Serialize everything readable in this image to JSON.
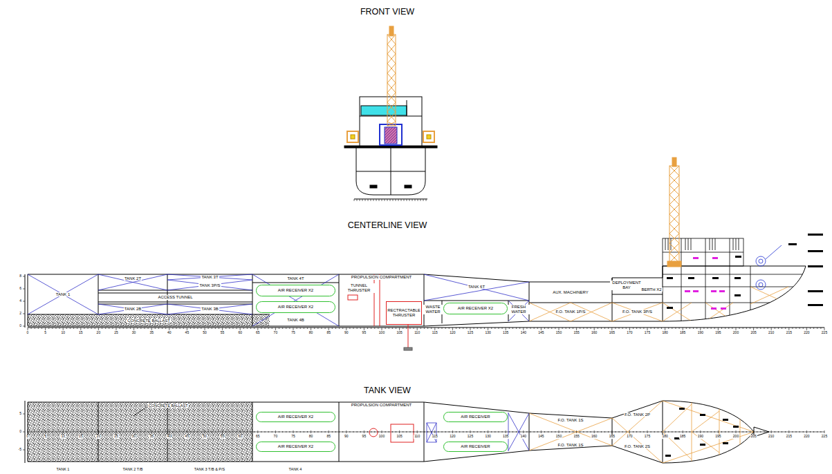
{
  "diagram": {
    "nodes": [
      {
        "text": [
          "TANK 1"
        ]
      },
      {
        "text": [
          "TANK 2T"
        ]
      },
      {
        "text": [
          "TANK 3T"
        ]
      },
      {
        "text": [
          "TANK 3P/S"
        ]
      },
      {
        "text": [
          "ACCESS TUNNEL"
        ]
      },
      {
        "text": [
          "TANK 2B"
        ]
      },
      {
        "text": [
          "TANK 3B"
        ]
      },
      {
        "text": [
          "CONCRETE BALLAST"
        ]
      },
      {
        "text": [
          "TANK 4T"
        ]
      },
      {
        "text": [
          "AIR RECEIVER X2"
        ]
      },
      {
        "text": [
          "AIR RECEIVER X2"
        ]
      },
      {
        "text": [
          "TANK 4B"
        ]
      },
      {
        "text": [
          "PROPULSION COMPARTMENT"
        ]
      },
      {
        "text": [
          "TUNNEL THRUSTER"
        ],
        "in": 12
      },
      {
        "text": [
          "RECTRACTABLE THRUSTER"
        ],
        "in": 12
      },
      {
        "text": [
          "TANK 6T"
        ]
      },
      {
        "text": [
          "WASTE WATER"
        ]
      },
      {
        "text": [
          "AIR RECEIVER X2"
        ]
      },
      {
        "text": [
          "FRESH WATER"
        ]
      },
      {
        "text": [
          "AUX. MACHINERY"
        ]
      },
      {
        "text": [
          "F.O. TANK 1P/S"
        ]
      },
      {
        "text": [
          "DEPLOYMENT BAY"
        ]
      },
      {
        "text": [
          "BERTH X2"
        ]
      },
      {
        "text": [
          "F.O. TANK 3P/S"
        ]
      },
      {
        "text": [
          "AIR RECEIVER X2"
        ]
      },
      {
        "text": [
          "AIR RECEIVER X2"
        ]
      },
      {
        "text": [
          "PROPULSION COMPARTMENT"
        ]
      },
      {
        "text": [
          "AIR RECEIVER"
        ]
      },
      {
        "text": [
          "AIR RECEIVER"
        ]
      },
      {
        "text": [
          "F.O. TANK 1S"
        ]
      },
      {
        "text": [
          "F.O. TANK 1S"
        ]
      },
      {
        "text": [
          "F.O. TANK 2P"
        ]
      },
      {
        "text": [
          "F.O. TANK 2S"
        ]
      }
    ],
    "labels": [
      "FRONT VIEW",
      "CENTERLINE VIEW",
      "TANK VIEW",
      "CONCRETE BALLAST",
      "TANK 1",
      "TANK 2 T/B",
      "TANK 3 T/B & P/S",
      "TANK 4",
      "8",
      "6",
      "4",
      "2",
      "0",
      "0",
      "5",
      "10",
      "15",
      "20",
      "25",
      "30",
      "35",
      "40",
      "45",
      "50",
      "55",
      "60",
      "65",
      "70",
      "75",
      "80",
      "85",
      "90",
      "95",
      "100",
      "105",
      "110",
      "115",
      "120",
      "125",
      "130",
      "135",
      "140",
      "145",
      "150",
      "155",
      "160",
      "165",
      "170",
      "175",
      "180",
      "185",
      "190",
      "195",
      "200",
      "205",
      "210",
      "215",
      "220",
      "225",
      "5",
      "0",
      "-5",
      "0",
      "5",
      "10",
      "15",
      "20",
      "25",
      "30",
      "35",
      "40",
      "45",
      "50",
      "55",
      "60",
      "65",
      "70",
      "75",
      "80",
      "85",
      "90",
      "95",
      "100",
      "105",
      "110",
      "115",
      "120",
      "125",
      "130",
      "135",
      "140",
      "145",
      "150",
      "155",
      "160",
      "165",
      "170",
      "175",
      "180",
      "185",
      "190",
      "195",
      "200",
      "205",
      "210",
      "215",
      "220",
      "225"
    ]
  }
}
